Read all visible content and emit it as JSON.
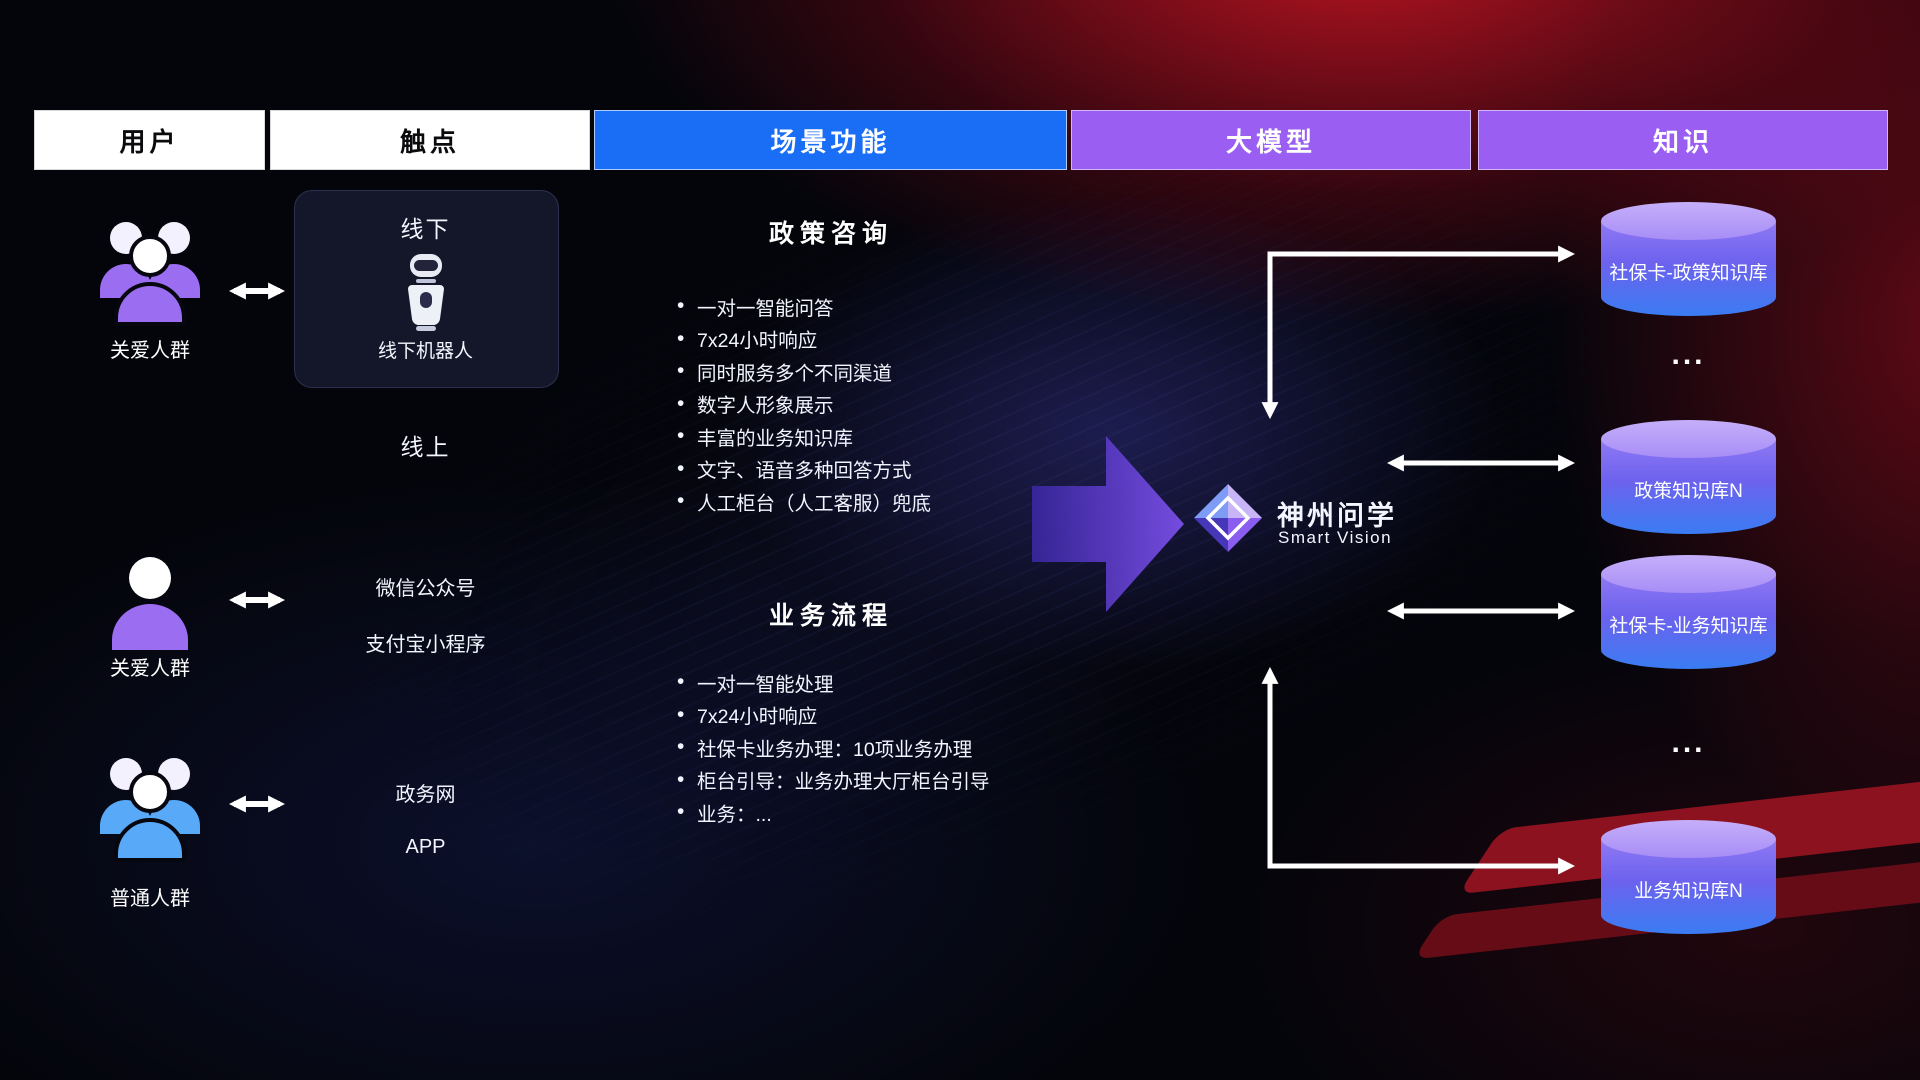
{
  "header": {
    "columns": [
      {
        "label": "用户"
      },
      {
        "label": "触点"
      },
      {
        "label": "场景功能"
      },
      {
        "label": "大模型"
      },
      {
        "label": "知识"
      }
    ]
  },
  "users": {
    "items": [
      {
        "label": "关爱人群",
        "icon": "user-group-icon",
        "color": "#9b6df0"
      },
      {
        "label": "关爱人群",
        "icon": "user-single-icon",
        "color": "#9b6df0"
      },
      {
        "label": "普通人群",
        "icon": "user-group-icon",
        "color": "#58a9f8"
      }
    ]
  },
  "touchpoints": {
    "offline_title": "线下",
    "offline_robot_label": "线下机器人",
    "online_title": "线上",
    "wechat": "微信公众号",
    "alipay": "支付宝小程序",
    "gov_web": "政务网",
    "app": "APP"
  },
  "functions": {
    "policy": {
      "title": "政策咨询",
      "items": [
        "一对一智能问答",
        "7x24小时响应",
        "同时服务多个不同渠道",
        "数字人形象展示",
        "丰富的业务知识库",
        "文字、语音多种回答方式",
        "人工柜台（人工客服）兜底"
      ]
    },
    "business": {
      "title": "业务流程",
      "items": [
        "一对一智能处理",
        "7x24小时响应",
        "社保卡业务办理：10项业务办理",
        "柜台引导：业务办理大厅柜台引导",
        "业务：..."
      ]
    }
  },
  "model": {
    "name": "神州问学",
    "subtitle": "Smart Vision"
  },
  "knowledge": {
    "ellipsis": "...",
    "dbs": [
      {
        "label": "社保卡-政策知识库"
      },
      {
        "label": "政策知识库N"
      },
      {
        "label": "社保卡-业务知识库"
      },
      {
        "label": "业务知识库N"
      }
    ]
  },
  "colors": {
    "header_blue": "#1a6df5",
    "header_purple": "#9a5ef2",
    "db_top": "#b59cf8",
    "db_purple": "#8f79f3",
    "db_blue": "#3a7cf2",
    "user_purple": "#9b6df0",
    "user_blue": "#58a9f8",
    "big_arrow_purple": "#7b4fe8",
    "background_red": "#c01428",
    "arrow_white": "#ffffff"
  }
}
